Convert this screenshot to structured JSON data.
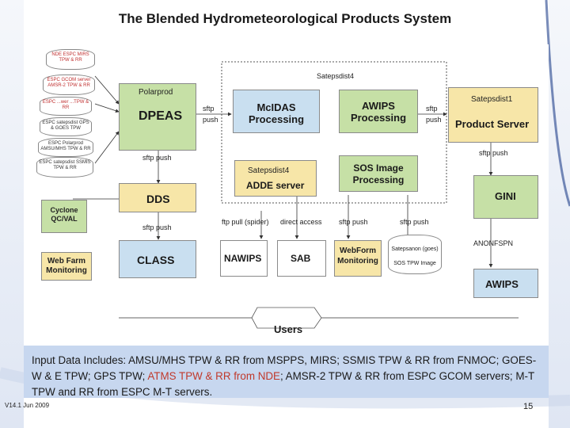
{
  "title": "The Blended Hydrometeorological Products System",
  "colors": {
    "green": "#c6e0a6",
    "blue": "#c9dff0",
    "tan": "#f7e6a8",
    "info_bg": "#c7d7ef",
    "highlight": "#c0392b",
    "frame": "#1f3f8a"
  },
  "diagram": {
    "cylinders": [
      "NDE ESPC MIRS TPW & RR",
      "ESPC GCOM server AMSR-2 TPW & RR",
      "ESPC ...wer ...TPW & RR",
      "ESPC satepsdist GPS & GOES TPW",
      "ESPC Polarprod AMSU/MHS TPW & RR",
      "ESPC satepsdist SSMIS TPW & RR"
    ],
    "polarprod_label": "Polarprod",
    "dpeas": "DPEAS",
    "satepsdist4_top": "Satepsdist4",
    "mcidas": "McIDAS Processing",
    "awips_proc": "AWIPS Processing",
    "satepsdist1": "Satepsdist1",
    "product_server": "Product Server",
    "satepsdist4_adde": "Satepsdist4",
    "adde_server": "ADDE server",
    "sos_proc": "SOS Image Processing",
    "dds": "DDS",
    "gini": "GINI",
    "cyclone": "Cyclone QC/VAL",
    "web_farm": "Web Farm Monitoring",
    "class": "CLASS",
    "nawips": "NAWIPS",
    "sab": "SAB",
    "webform": "WebForm Monitoring",
    "satepsanon": "Satepsanon (goes)",
    "sos_tpw": "SOS TPW Image",
    "awips_bottom": "AWIPS",
    "anonfspn": "ANONFSPN",
    "users": "Users",
    "conn": {
      "sftp": "sftp",
      "push": "push",
      "sftp_push_1": "sftp push",
      "sftp_push_2": "sftp push",
      "sftp_push_3": "sftp push",
      "sftp_push_4": "sftp push",
      "sftp_push_5": "sftp push",
      "ftp_pull": "ftp pull (spider)",
      "direct_access": "direct access"
    }
  },
  "info": {
    "part1": "Input Data Includes: AMSU/MHS TPW & RR from MSPPS, MIRS; SSMIS TPW & RR from FNMOC; GOES-W & E TPW; GPS TPW; ",
    "part2": "ATMS TPW & RR from NDE",
    "part3": "; AMSR-2 TPW & RR from ESPC GCOM servers; M-T TPW and RR from ESPC M-T servers."
  },
  "version": "V14.1 Jun 2009",
  "page_number": "15"
}
